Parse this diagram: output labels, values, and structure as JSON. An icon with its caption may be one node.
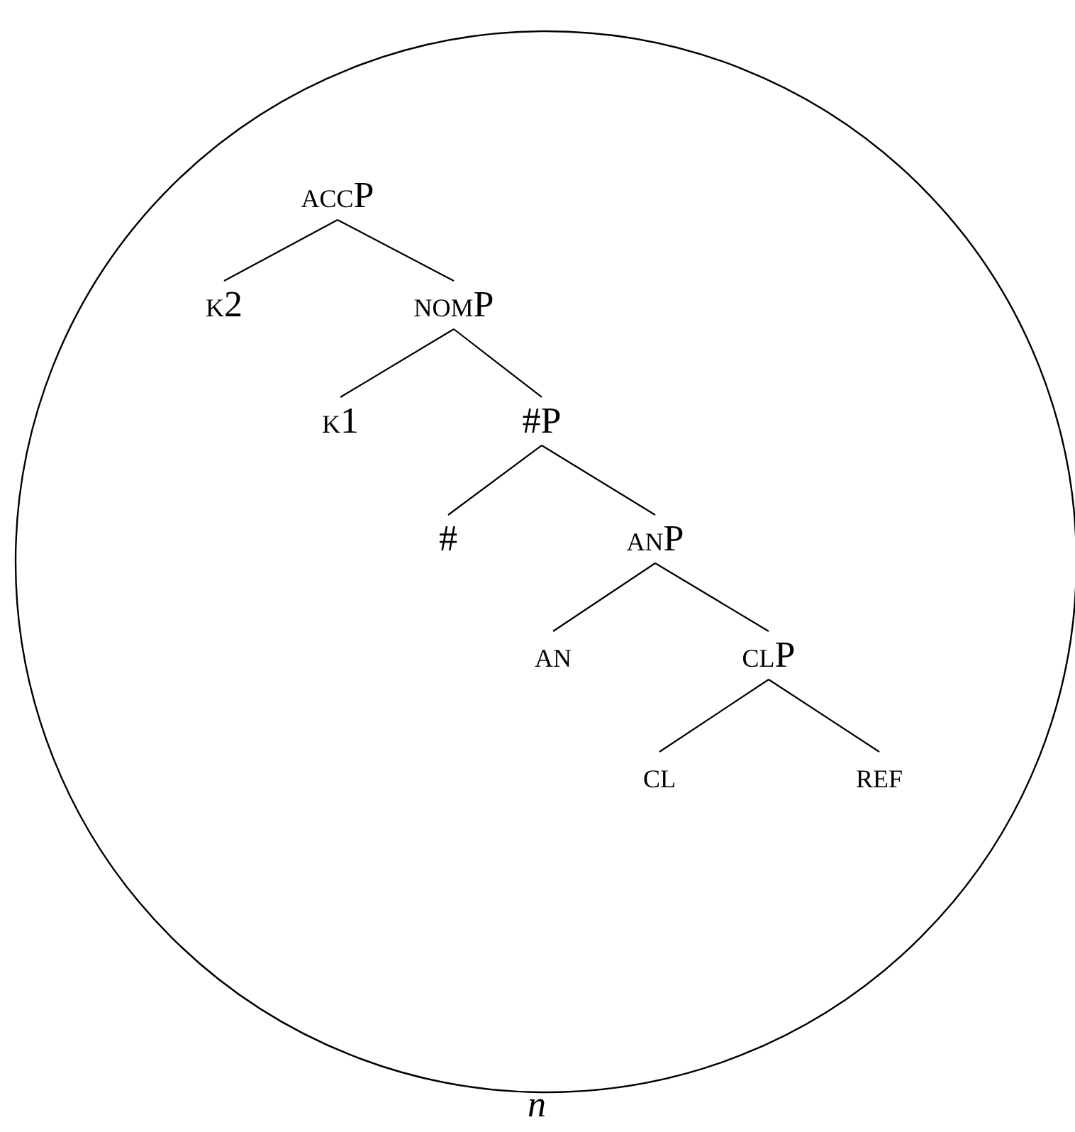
{
  "diagram": {
    "nodes": [
      {
        "text": [
          "n"
        ]
      },
      {
        "text": [
          "accP"
        ],
        "in": 0
      },
      {
        "text": [
          "k2"
        ],
        "in": 0
      },
      {
        "text": [
          "nomP"
        ],
        "in": 0
      },
      {
        "text": [
          "k1"
        ],
        "in": 0
      },
      {
        "text": [
          "#P"
        ],
        "in": 0
      },
      {
        "text": [
          "#"
        ],
        "in": 0
      },
      {
        "text": [
          "anP"
        ],
        "in": 0
      },
      {
        "text": [
          "an"
        ],
        "in": 0
      },
      {
        "text": [
          "clP"
        ],
        "in": 0
      },
      {
        "text": [
          "cl"
        ],
        "in": 0
      },
      {
        "text": [
          "ref"
        ],
        "in": 0
      }
    ],
    "edges": [
      {
        "from": 1,
        "to": 2,
        "arrow": "none"
      },
      {
        "from": 1,
        "to": 3,
        "arrow": "none"
      },
      {
        "from": 3,
        "to": 4,
        "arrow": "none"
      },
      {
        "from": 3,
        "to": 5,
        "arrow": "none"
      },
      {
        "from": 5,
        "to": 6,
        "arrow": "none"
      },
      {
        "from": 5,
        "to": 7,
        "arrow": "none"
      },
      {
        "from": 7,
        "to": 8,
        "arrow": "none"
      },
      {
        "from": 7,
        "to": 9,
        "arrow": "none"
      },
      {
        "from": 9,
        "to": 10,
        "arrow": "none"
      },
      {
        "from": 9,
        "to": 11,
        "arrow": "none"
      }
    ]
  }
}
